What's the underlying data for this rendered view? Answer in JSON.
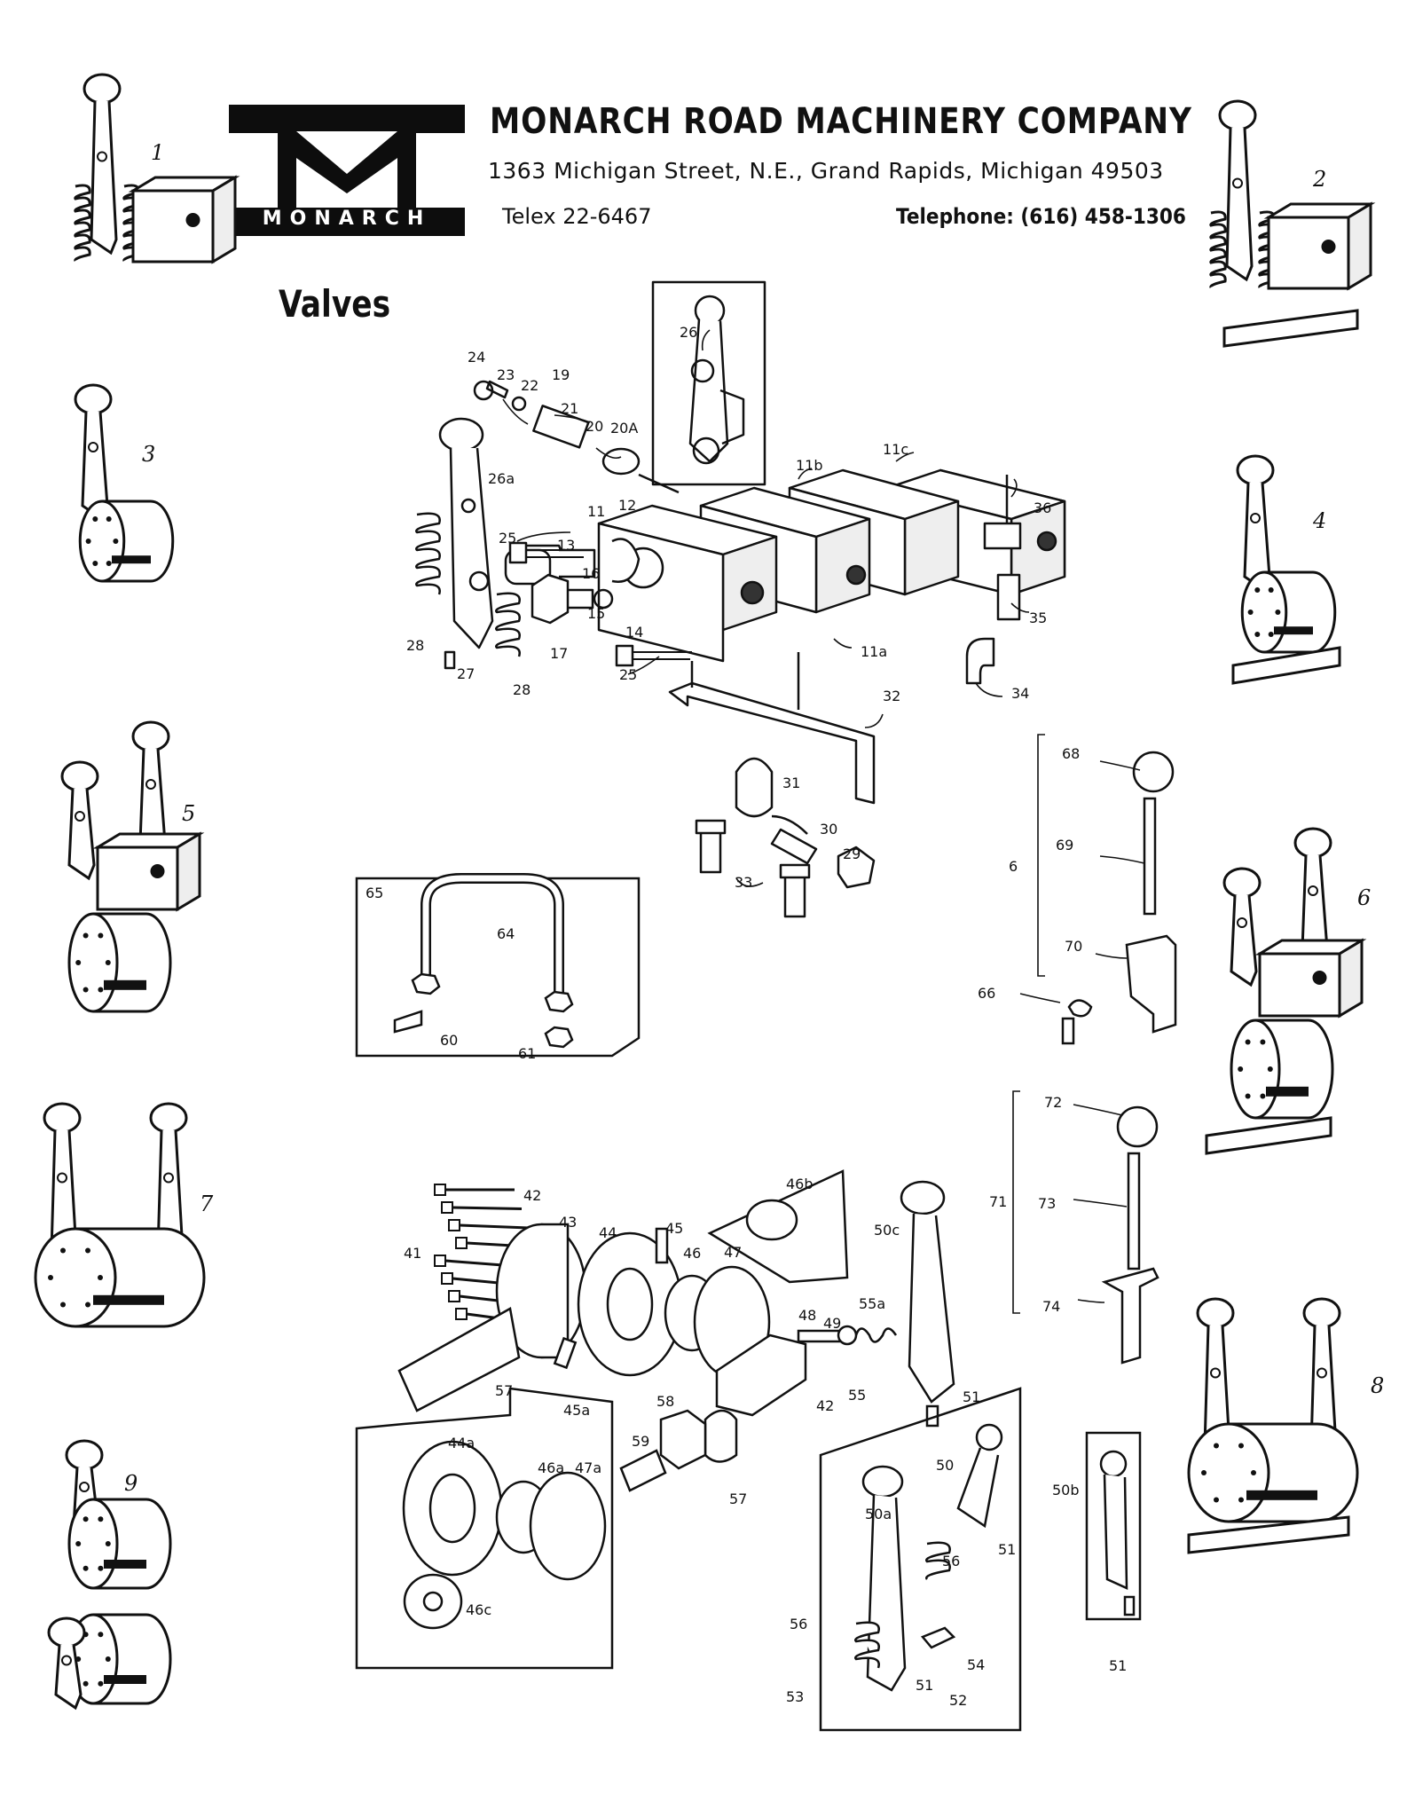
{
  "header": {
    "logo_text": "MONARCH",
    "company_name": "MONARCH ROAD MACHINERY COMPANY",
    "address": "1363 Michigan Street, N.E., Grand Rapids, Michigan  49503",
    "telex": "Telex 22-6467",
    "telephone": "Telephone: (616) 458-1306"
  },
  "section_title": "Valves",
  "assembly_numbers": [
    "1",
    "2",
    "3",
    "4",
    "5",
    "6",
    "7",
    "8",
    "9"
  ],
  "kit_labels": {
    "lever_knob_kit": "6",
    "lever_knob_kit_2": "71",
    "hose_kit": "65"
  },
  "part_callouts": {
    "upper_assembly": [
      "24",
      "23",
      "22",
      "19",
      "21",
      "20",
      "20A",
      "26a",
      "12",
      "26",
      "11b",
      "11c",
      "11",
      "36",
      "25",
      "13",
      "16",
      "15",
      "14",
      "17",
      "28",
      "27",
      "28",
      "25",
      "11a",
      "35",
      "34",
      "32",
      "31",
      "30",
      "29",
      "33"
    ],
    "knob_kit": [
      "68",
      "69",
      "70",
      "66"
    ],
    "hose_kit": [
      "64",
      "60",
      "61"
    ],
    "knob_kit_2": [
      "72",
      "73",
      "74"
    ],
    "lower_assembly": [
      "42",
      "41",
      "43",
      "44",
      "45",
      "46",
      "47",
      "46b",
      "50c",
      "48",
      "55a",
      "49",
      "55",
      "51",
      "57",
      "45a",
      "58",
      "42",
      "44a",
      "46a",
      "47a",
      "59",
      "57",
      "46c",
      "50",
      "50a",
      "56",
      "51",
      "50b",
      "56",
      "54",
      "53",
      "51",
      "52",
      "51"
    ]
  }
}
